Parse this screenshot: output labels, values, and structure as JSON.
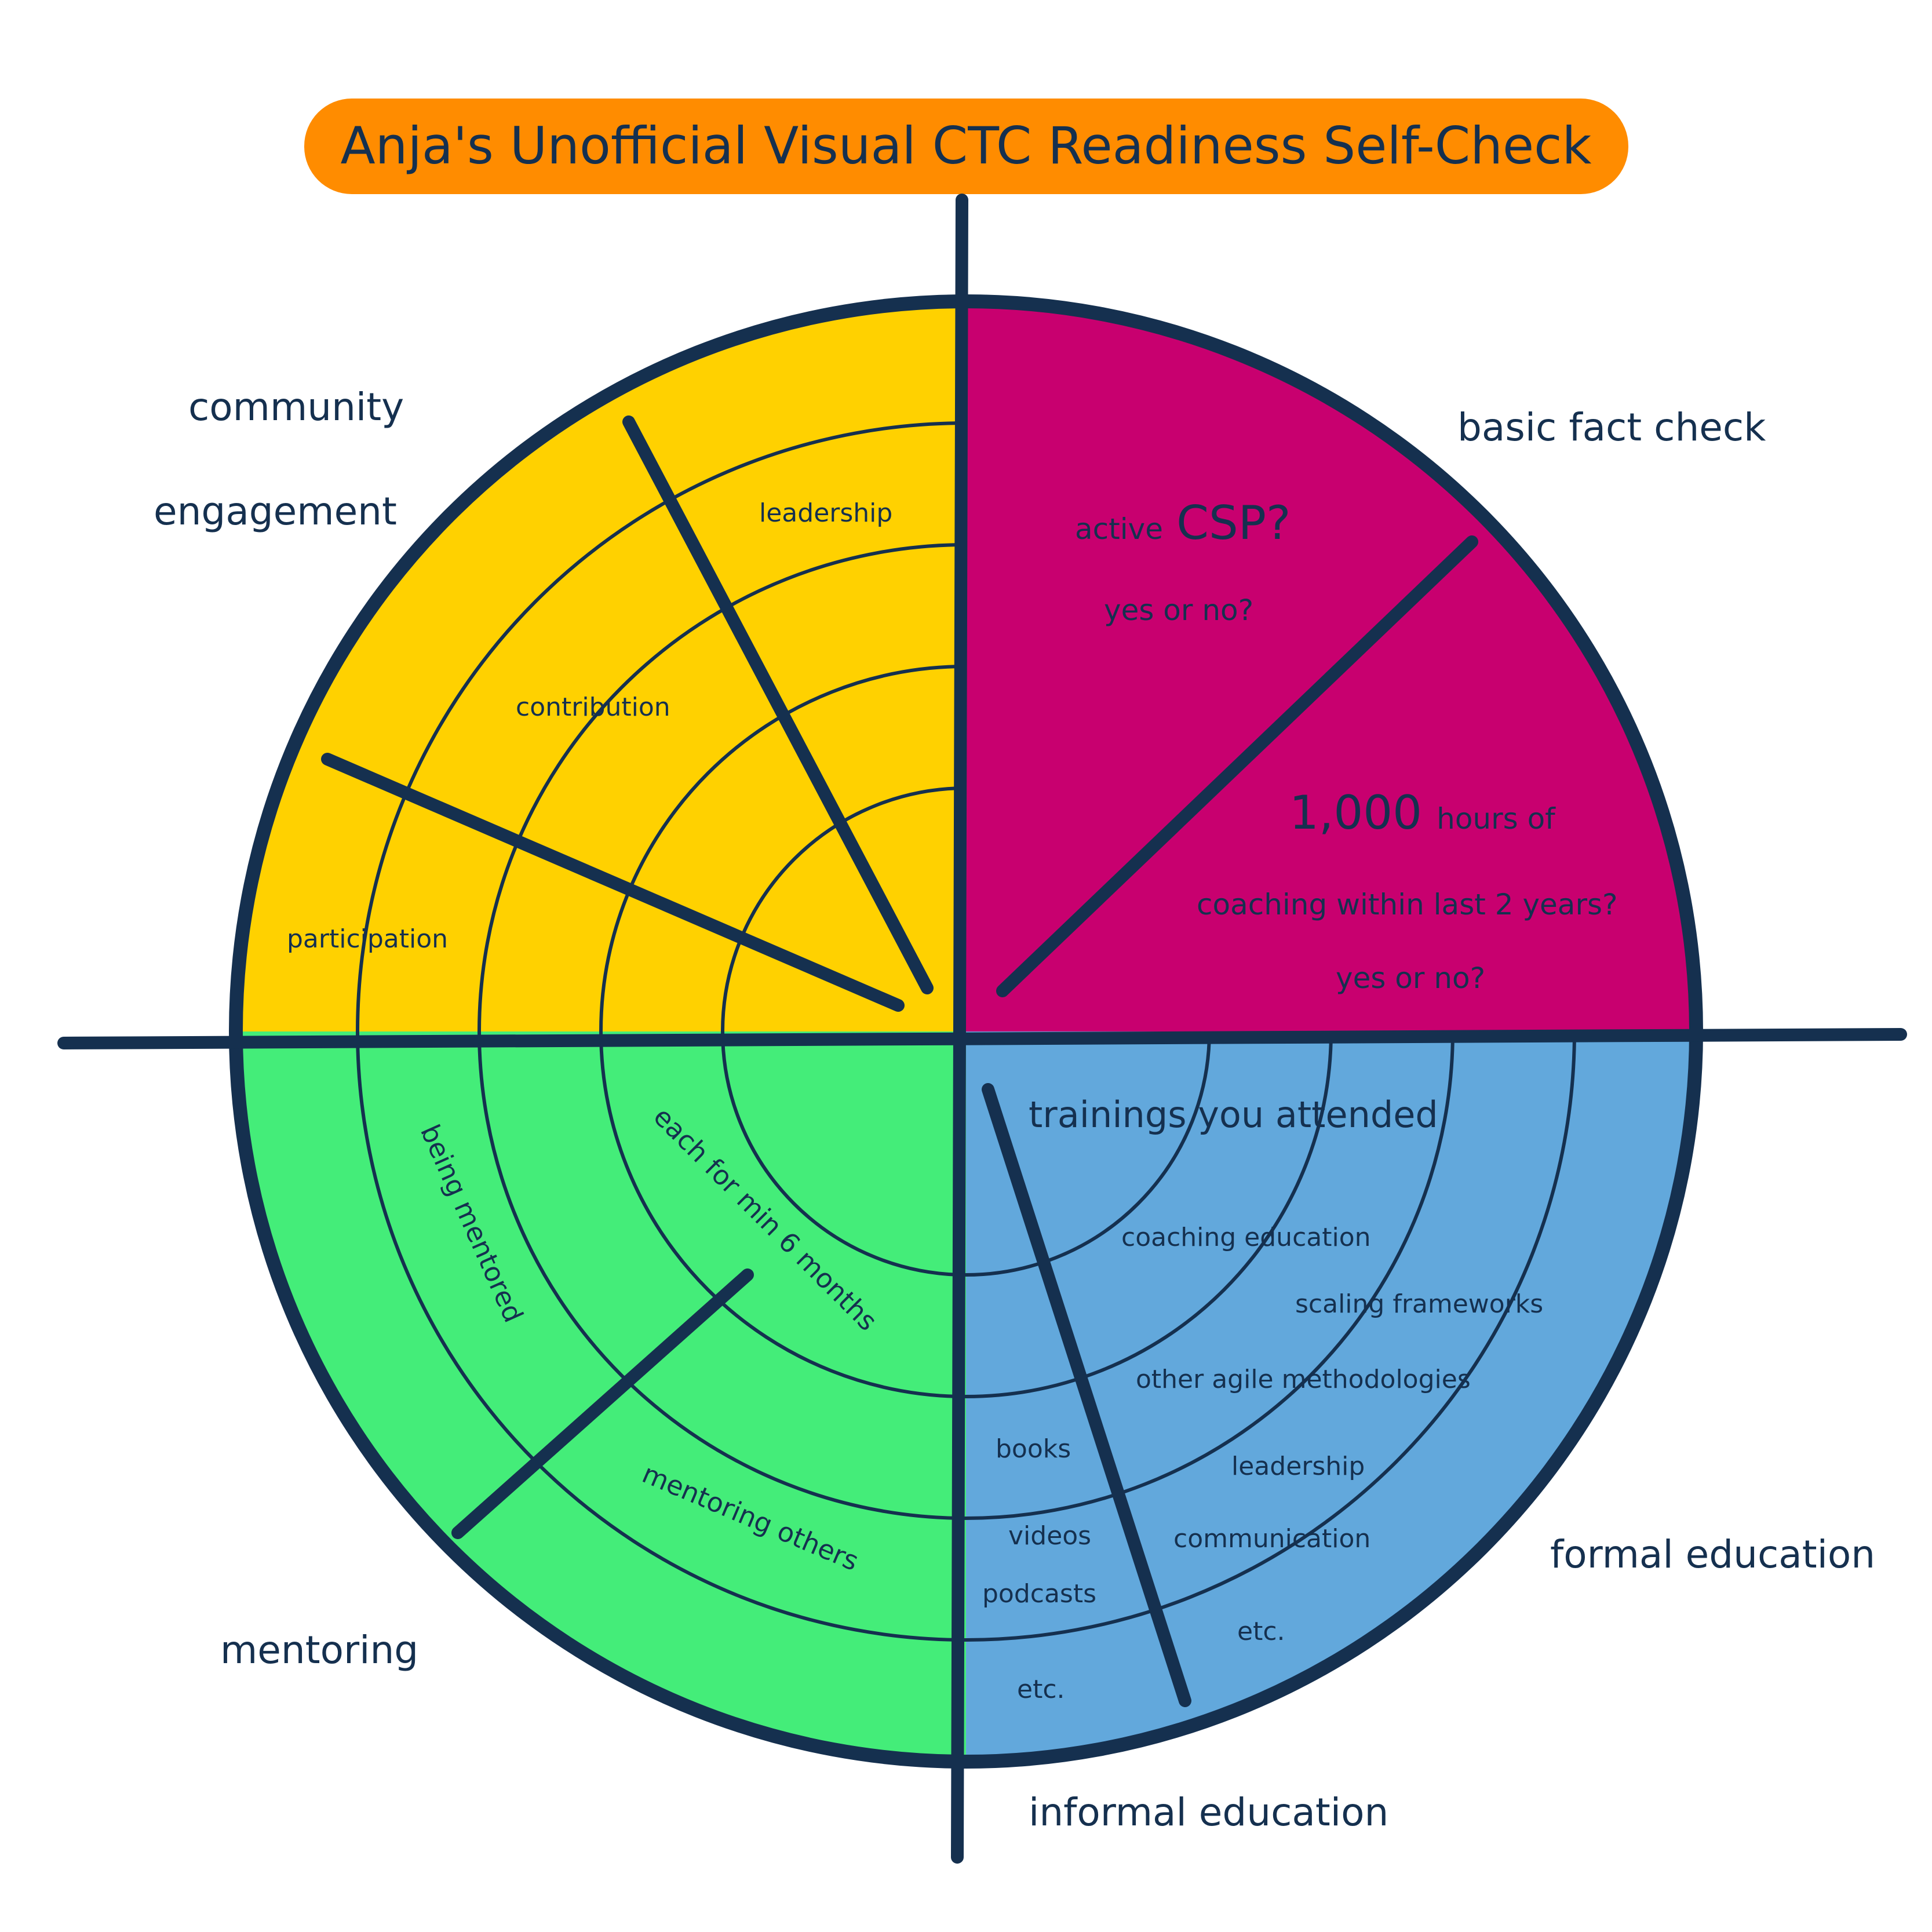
{
  "title": "Anja's Unofficial Visual CTC Readiness Self-Check",
  "colors": {
    "title_banner": "#ff8c00",
    "community_engagement": "#ffd100",
    "basic_fact_check": "#c8006f",
    "mentoring": "#44ed79",
    "education": "#62a8dc",
    "ink": "#15304f"
  },
  "quadrants": {
    "community_engagement": {
      "label_line1": "community",
      "label_line2": "engagement",
      "segments": [
        "leadership",
        "contribution",
        "participation"
      ]
    },
    "basic_fact_check": {
      "label": "basic fact check",
      "csp": {
        "active": "active",
        "csp": "CSP?",
        "yes_no": "yes or no?"
      },
      "hours": {
        "amount": "1,000",
        "suffix": "hours of",
        "line2": "coaching within last 2 years?",
        "yes_no": "yes or no?"
      }
    },
    "mentoring": {
      "label": "mentoring",
      "each_for": "each for min 6 months",
      "being_mentored": "being mentored",
      "mentoring_others": "mentoring others"
    },
    "formal_education": {
      "label": "formal education",
      "trainings_title": "trainings you attended",
      "items": [
        "coaching education",
        "scaling frameworks",
        "other agile methodologies",
        "leadership",
        "communication",
        "etc."
      ]
    },
    "informal_education": {
      "label": "informal education",
      "items": [
        "books",
        "videos",
        "podcasts",
        "etc."
      ]
    }
  }
}
